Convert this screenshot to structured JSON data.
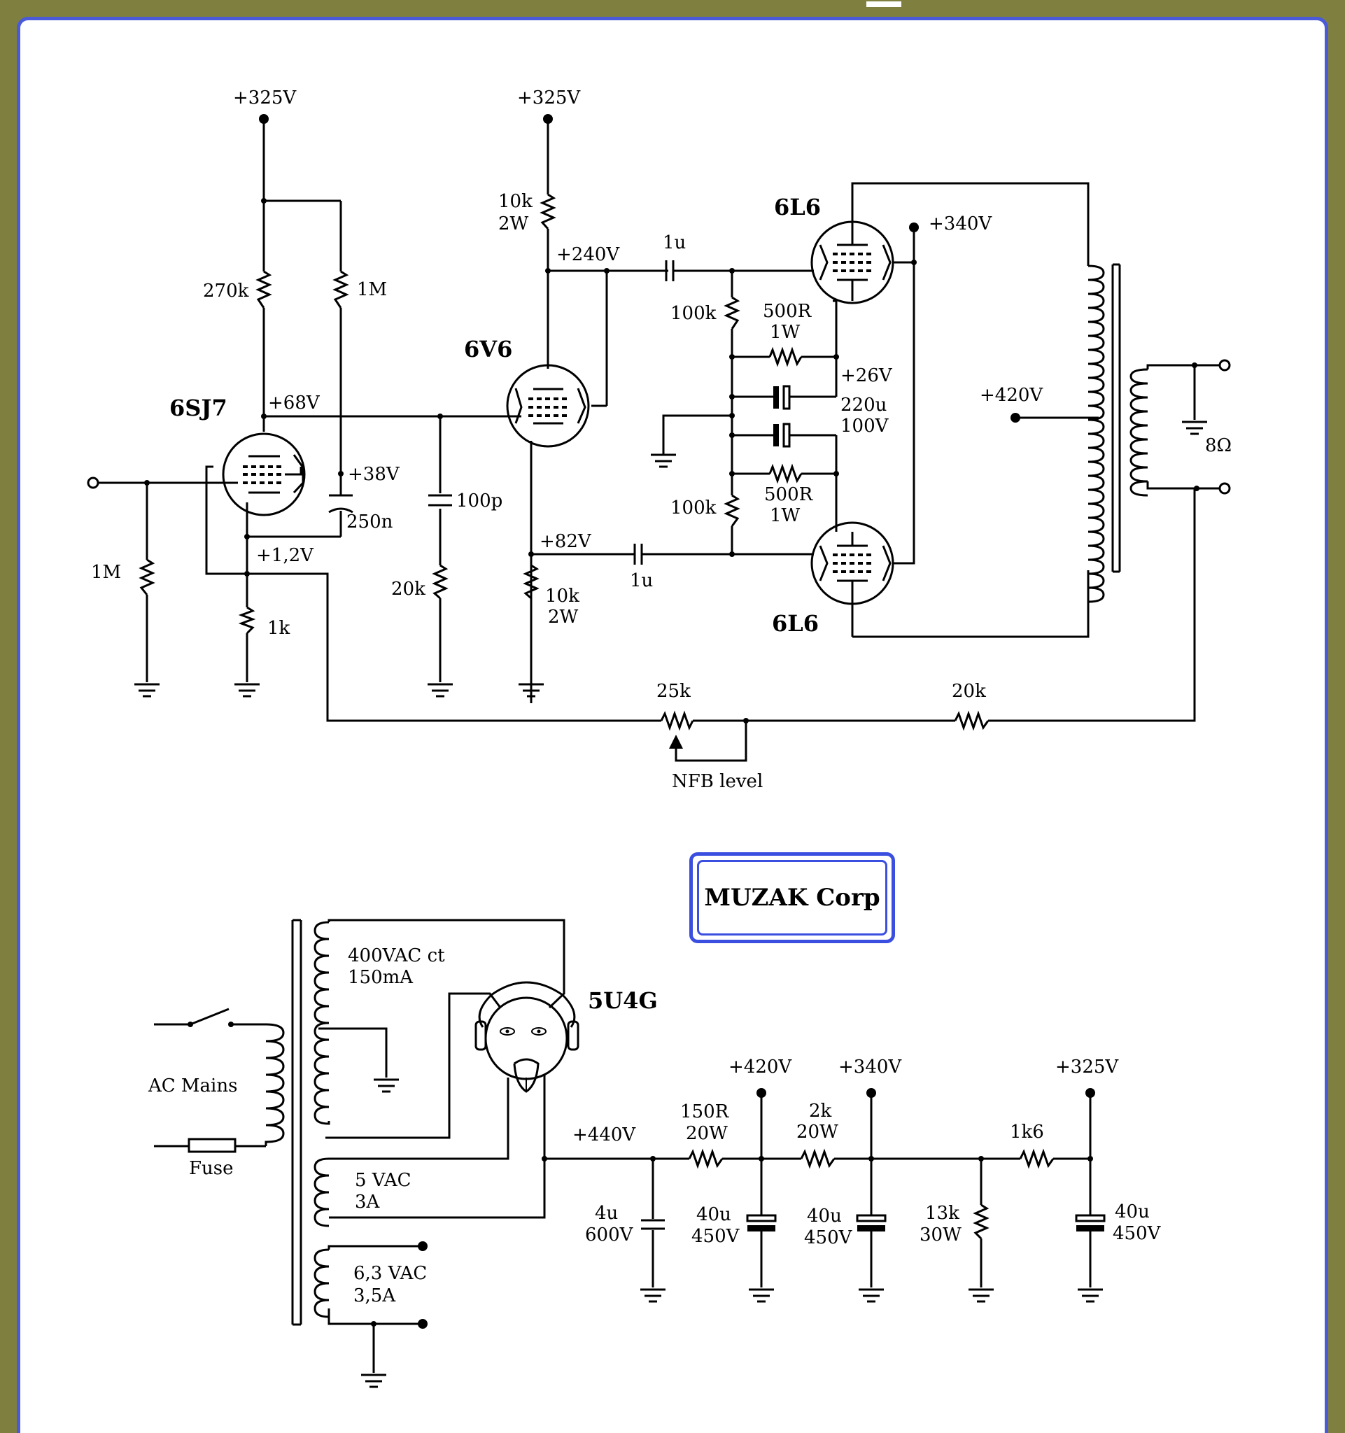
{
  "amplifier": {
    "tubes": {
      "input": "6SJ7",
      "driver": "6V6",
      "output_top": "6L6",
      "output_bottom": "6L6"
    },
    "supply_labels": {
      "input_b_plus": "+325V",
      "driver_b_plus": "+325V"
    },
    "input_stage": {
      "plate_resistor": "270k",
      "screen_resistor": "1M",
      "grid_resistor": "1M",
      "cathode_resistor": "1k",
      "screen_cap": "250n",
      "plate_voltage": "+68V",
      "screen_voltage": "+38V",
      "cathode_voltage": "+1,2V"
    },
    "driver_stage": {
      "plate_resistor_value": "10k",
      "plate_resistor_power": "2W",
      "cathode_resistor_value": "10k",
      "cathode_resistor_power": "2W",
      "grid_cap": "100p",
      "grid_resistor": "20k",
      "plate_voltage": "+240V",
      "cathode_voltage": "+82V"
    },
    "output_stage": {
      "coupling_cap_top": "1u",
      "coupling_cap_bottom": "1u",
      "grid_resistor_top": "100k",
      "grid_resistor_bottom": "100k",
      "cathode_resistor_top_value": "500R",
      "cathode_resistor_top_power": "1W",
      "cathode_resistor_bottom_value": "500R",
      "cathode_resistor_bottom_power": "1W",
      "cathode_voltage": "+26V",
      "bypass_cap_value": "220u",
      "bypass_cap_voltage": "100V",
      "screen_voltage": "+340V",
      "plate_supply": "+420V",
      "speaker": "8Ω"
    },
    "feedback": {
      "pot": "25k",
      "resistor": "20k",
      "label": "NFB level"
    }
  },
  "brand": {
    "name": "MUZAK Corp"
  },
  "power_supply": {
    "rectifier": "5U4G",
    "mains_label": "AC Mains",
    "fuse_label": "Fuse",
    "hv_winding_voltage": "400VAC ct",
    "hv_winding_current": "150mA",
    "fil_winding_voltage": "5 VAC",
    "fil_winding_current": "3A",
    "heater_winding_voltage": "6,3 VAC",
    "heater_winding_current": "3,5A",
    "rect_out_voltage": "+440V",
    "cap1_value": "4u",
    "cap1_voltage": "600V",
    "r1_value": "150R",
    "r1_power": "20W",
    "node1_voltage": "+420V",
    "cap2_value": "40u",
    "cap2_voltage": "450V",
    "r2_value": "2k",
    "r2_power": "20W",
    "node2_voltage": "+340V",
    "cap3_value": "40u",
    "cap3_voltage": "450V",
    "bleeder_value": "13k",
    "bleeder_power": "30W",
    "r3_value": "1k6",
    "node3_voltage": "+325V",
    "cap4_value": "40u",
    "cap4_voltage": "450V"
  }
}
